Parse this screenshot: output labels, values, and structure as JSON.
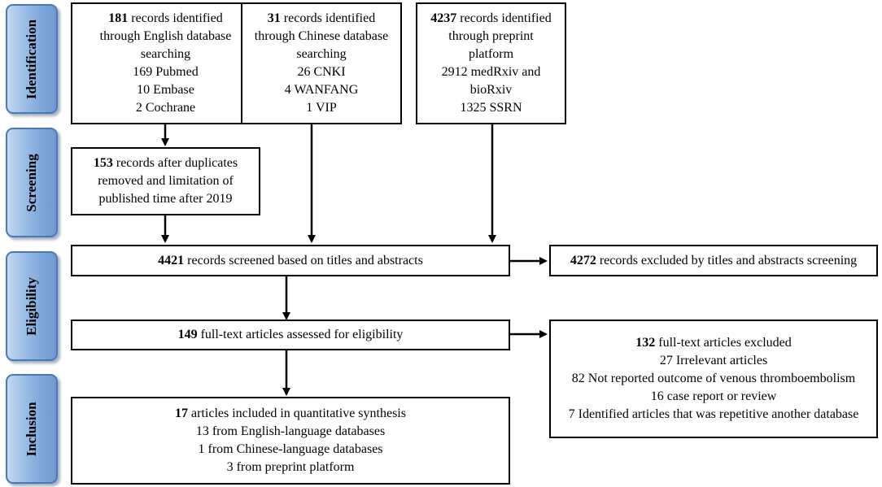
{
  "stages": {
    "identification": "Identification",
    "screening": "Screening",
    "eligibility": "Eligibility",
    "inclusion": "Inclusion"
  },
  "english": {
    "count": "181",
    "lines": [
      "records identified",
      "through English database",
      "searching",
      "169 Pubmed",
      "10 Embase",
      "2 Cochrane"
    ]
  },
  "chinese": {
    "count": "31",
    "lines": [
      "records identified",
      "through Chinese database",
      "searching",
      "26 CNKI",
      "4 WANFANG",
      "1 VIP"
    ]
  },
  "preprint": {
    "count": "4237",
    "lines": [
      "records identified",
      "through preprint",
      "platform",
      "2912 medRxiv and",
      "bioRxiv",
      "1325 SSRN"
    ]
  },
  "duplicates": {
    "count": "153",
    "lines": [
      "records after duplicates",
      "removed and limitation of",
      "published time after 2019"
    ]
  },
  "screened": {
    "count": "4421",
    "text": "records screened based on titles and abstracts"
  },
  "excluded_titles": {
    "count": "4272",
    "text": "records excluded by titles and abstracts screening"
  },
  "fulltext": {
    "count": "149",
    "text": "full-text articles assessed for eligibility"
  },
  "excluded_fulltext": {
    "count": "132",
    "text": "full-text articles excluded",
    "lines": [
      "27 Irrelevant articles",
      "82 Not reported outcome of venous thromboembolism",
      "16 case report or review",
      "7 Identified articles that was repetitive another database"
    ]
  },
  "included": {
    "count": "17",
    "text": "articles included in quantitative synthesis",
    "lines": [
      "13 from English-language databases",
      "1 from Chinese-language databases",
      "3 from preprint platform"
    ]
  }
}
